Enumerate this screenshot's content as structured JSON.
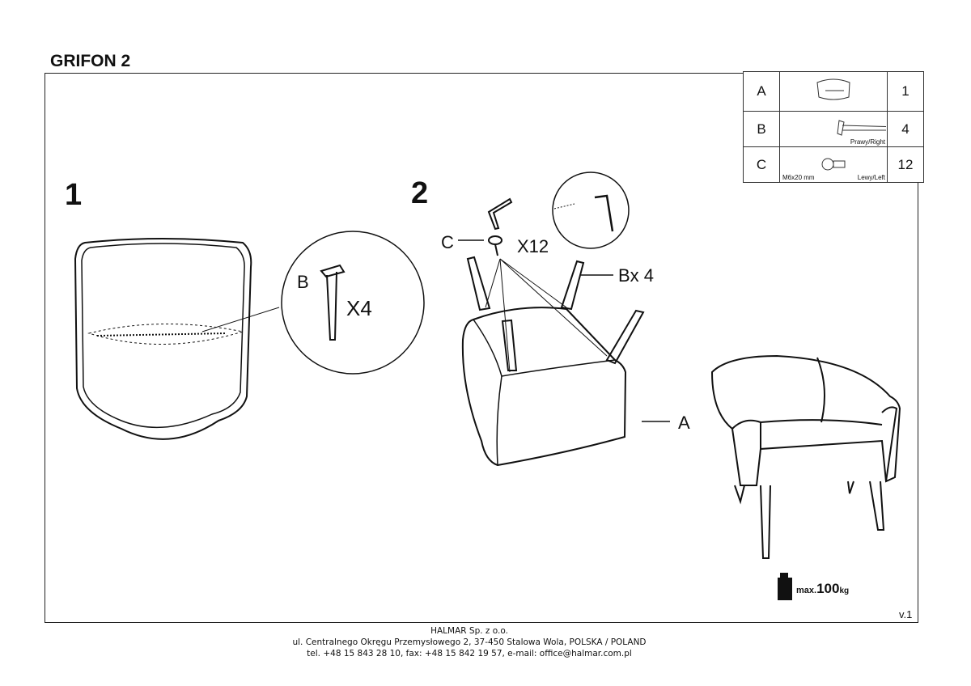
{
  "title": "GRIFON 2",
  "steps": {
    "one": "1",
    "two": "2"
  },
  "step1": {
    "part_label": "B",
    "qty": "X4"
  },
  "step2": {
    "screw_label": "C",
    "screw_qty": "X12",
    "leg_label": "Bx 4",
    "body_label": "A"
  },
  "parts": [
    {
      "id": "A",
      "qty": "1"
    },
    {
      "id": "B",
      "qty": "4",
      "note": "Prawy/Right"
    },
    {
      "id": "C",
      "qty": "12",
      "size": "M6x20 mm",
      "note": "Lewy/Left"
    }
  ],
  "max_load": {
    "prefix": "max.",
    "value": "100",
    "unit": "kg"
  },
  "version": "v.1",
  "footer": {
    "company": "HALMAR Sp. z o.o.",
    "address": "ul. Centralnego Okręgu Przemysłowego 2, 37-450 Stalowa Wola, POLSKA / POLAND",
    "contact": "tel. +48 15 843 28 10, fax: +48 15 842 19 57, e-mail: office@halmar.com.pl"
  }
}
